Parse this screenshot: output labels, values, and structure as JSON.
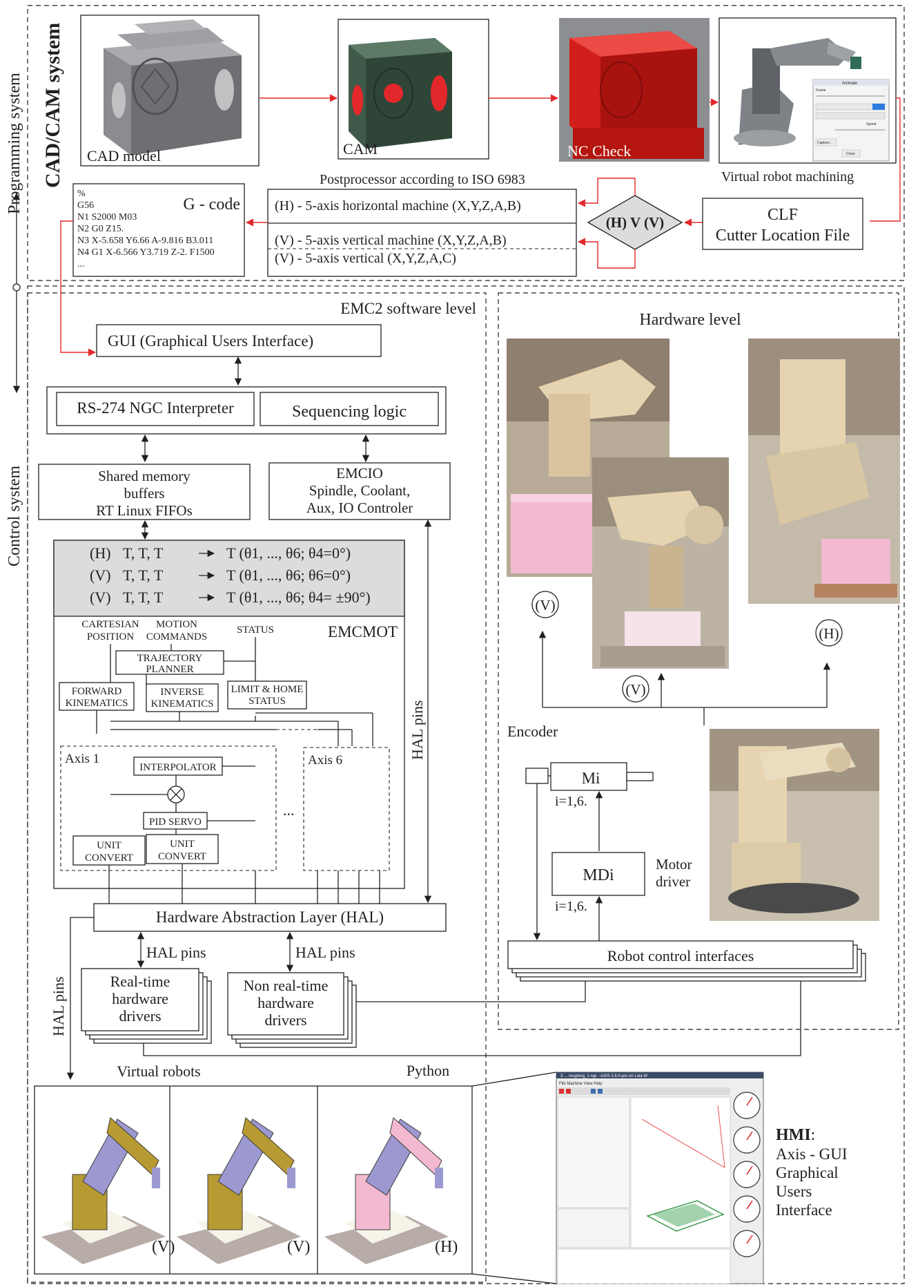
{
  "sections": {
    "cadcam_title": "CAD/CAM system",
    "programming_label": "Programming system",
    "control_label": "Control system",
    "emc2_title": "EMC2 software level",
    "hardware_title": "Hardware level"
  },
  "cadcam": {
    "cad_label": "CAD model",
    "cam_label": "CAM",
    "nccheck_label": "NC Check",
    "virtual_label": "Virtual robot machining",
    "postprocessor_title": "Postprocessor according to ISO 6983",
    "post_h": "(H) - 5-axis horizontal machine (X,Y,Z,A,B)",
    "post_v1": "(V) - 5-axis vertical machine  (X,Y,Z,A,B)",
    "post_v2": "(V) - 5-axis vertical  (X,Y,Z,A,C)",
    "decision": "(H) V (V)",
    "clf_line1": "CLF",
    "clf_line2": "Cutter Location File",
    "gcode_title": "G - code",
    "gcode_lines": [
      "%",
      "G56",
      "N1 S2000 M03",
      "N2 G0 Z15.",
      "N3 X-5.658 Y6.66 A-9.816 B3.011",
      "N4 G1 X-6.566 Y3.719 Z-2. F1500",
      "..."
    ],
    "anim_dialog": {
      "title": "Animate",
      "frame": "Frame",
      "speed": "Speed",
      "capture": "Capture...",
      "close": "Close"
    }
  },
  "emc2": {
    "gui": "GUI (Graphical Users Interface)",
    "interpreter": "RS-274 NGC Interpreter",
    "sequencing": "Sequencing logic",
    "shared_mem": [
      "Shared memory",
      "buffers",
      "RT Linux FIFOs"
    ],
    "emcio": [
      "EMCIO",
      "Spindle, Coolant,",
      "Aux, IO Controler"
    ],
    "kin_rows": [
      {
        "mode": "(H)",
        "cond": "θ4=0°"
      },
      {
        "mode": "(V)",
        "cond": "θ6=0°"
      },
      {
        "mode": "(V)",
        "cond": "θ4= ±90°"
      }
    ],
    "emcmot": "EMCMOT",
    "cartesian": [
      "CARTESIAN",
      "POSITION"
    ],
    "motion": [
      "MOTION",
      "COMMANDS"
    ],
    "status": "STATUS",
    "trajectory": [
      "TRAJECTORY",
      "PLANNER"
    ],
    "forward": [
      "FORWARD",
      "KINEMATICS"
    ],
    "inverse": [
      "INVERSE",
      "KINEMATICS"
    ],
    "limit": [
      "LIMIT & HOME",
      "STATUS"
    ],
    "axis1": "Axis 1",
    "axis6": "Axis 6",
    "interpolator": "INTERPOLATOR",
    "pid": "PID SERVO",
    "unit": [
      "UNIT",
      "CONVERT"
    ],
    "ellipsis": "...",
    "hal": "Hardware Abstraction Layer (HAL)",
    "hal_pins": "HAL pins",
    "rt_drivers": [
      "Real-time",
      "hardware",
      "drivers"
    ],
    "nrt_drivers": [
      "Non real-time",
      "hardware",
      "drivers"
    ]
  },
  "hardware": {
    "tag_v": "(V)",
    "tag_h": "(H)",
    "encoder": "Encoder",
    "mi": "Mi",
    "mdi": "MDi",
    "index": "i=1,6.",
    "motor_driver": [
      "Motor",
      "driver"
    ],
    "robot_interfaces": "Robot control interfaces"
  },
  "bottom": {
    "virtual_robots": "Virtual robots",
    "python": "Python",
    "robot_tags": [
      "(V)",
      "(V)",
      "(H)"
    ],
    "hmi_title": "HMI",
    "hmi_lines": [
      "Axis - GUI",
      "Graphical",
      "Users",
      "Interface"
    ],
    "axis_window_title": "3 ... roughing_1.ngc - AXIS 2.6.0-pre on Lola W",
    "axis_menu": "File  Machine  View  Help"
  },
  "colors": {
    "red": "#e3282b",
    "cad_gray": "#8a8c8f",
    "cam_green": "#3f5a4a",
    "nc_red": "#d21f1c",
    "robot_beige": "#e6d3b0",
    "workpiece_pink": "#f2b9d0",
    "virtual_gold": "#b79b32",
    "virtual_violet": "#9c98d0",
    "kin_panel": "#dcdcdc"
  }
}
